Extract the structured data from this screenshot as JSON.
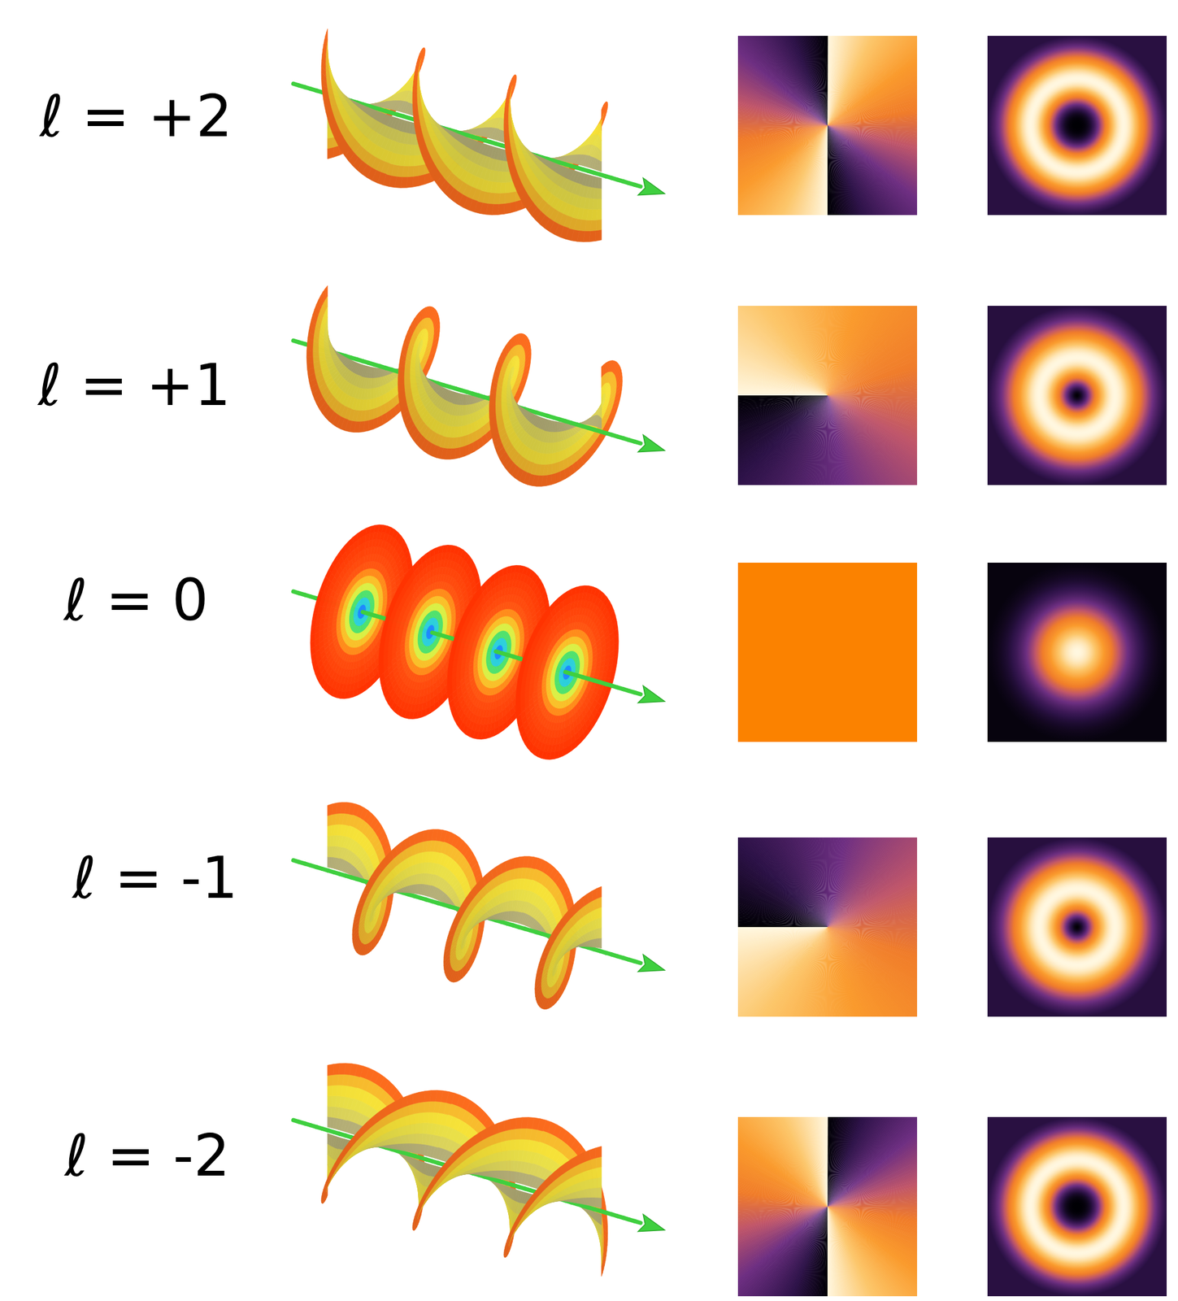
{
  "diagram": {
    "labels": [
      "ℓ = +2",
      "ℓ = +1",
      "ℓ = 0",
      "ℓ = -1",
      "ℓ = -2"
    ]
  }
}
